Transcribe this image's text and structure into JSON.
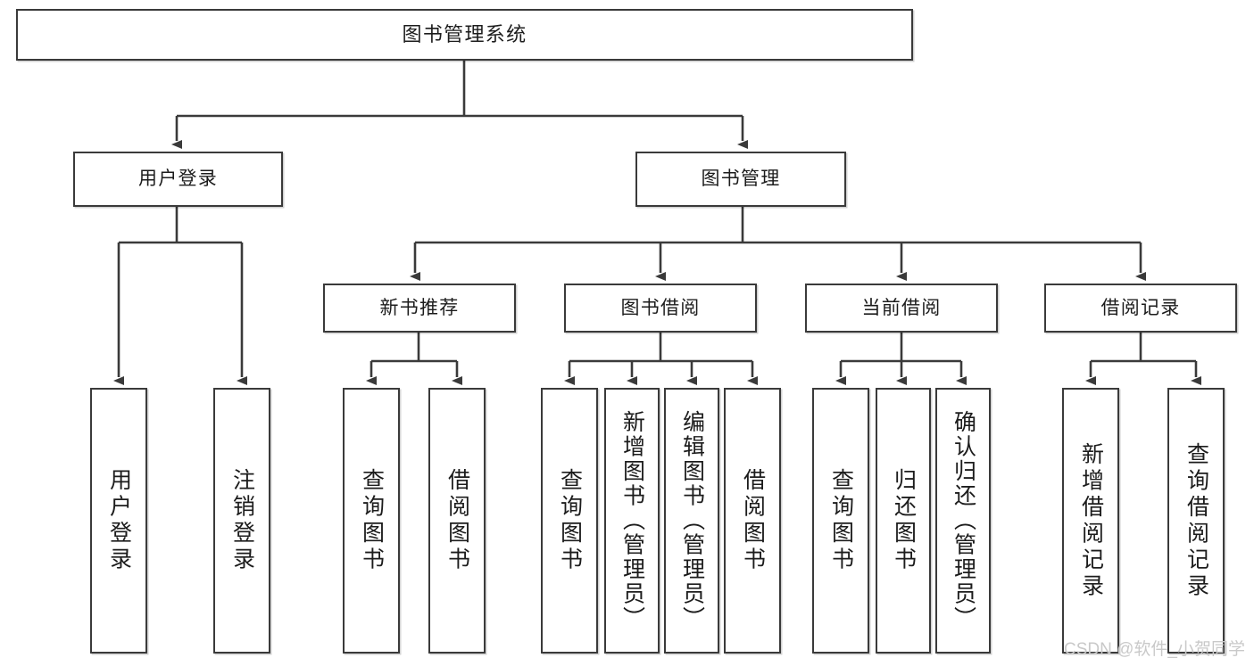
{
  "diagram": {
    "title": "图书管理系统",
    "type": "tree-hierarchy",
    "watermark": "CSDN @软件_小贺同学",
    "colors": {
      "stroke": "#3a3a3a",
      "fill": "#ffffff",
      "text": "#1c1c1c",
      "watermark": "#c9c9c9"
    },
    "nodes": {
      "root": {
        "label": "图书管理系统"
      },
      "level2": [
        {
          "label": "用户登录"
        },
        {
          "label": "图书管理"
        }
      ],
      "level3": [
        {
          "label": "新书推荐"
        },
        {
          "label": "图书借阅"
        },
        {
          "label": "当前借阅"
        },
        {
          "label": "借阅记录"
        }
      ],
      "leaves_user_login": [
        {
          "label": "用户登录"
        },
        {
          "label": "注销登录"
        }
      ],
      "leaves_new_book": [
        {
          "label": "查询图书"
        },
        {
          "label": "借阅图书"
        }
      ],
      "leaves_borrow": [
        {
          "label": "查询图书"
        },
        {
          "label": "新增图书（管理员）"
        },
        {
          "label": "编辑图书（管理员）"
        },
        {
          "label": "借阅图书"
        }
      ],
      "leaves_current": [
        {
          "label": "查询图书"
        },
        {
          "label": "归还图书"
        },
        {
          "label": "确认归还（管理员）"
        }
      ],
      "leaves_records": [
        {
          "label": "新增借阅记录"
        },
        {
          "label": "查询借阅记录"
        }
      ]
    }
  }
}
